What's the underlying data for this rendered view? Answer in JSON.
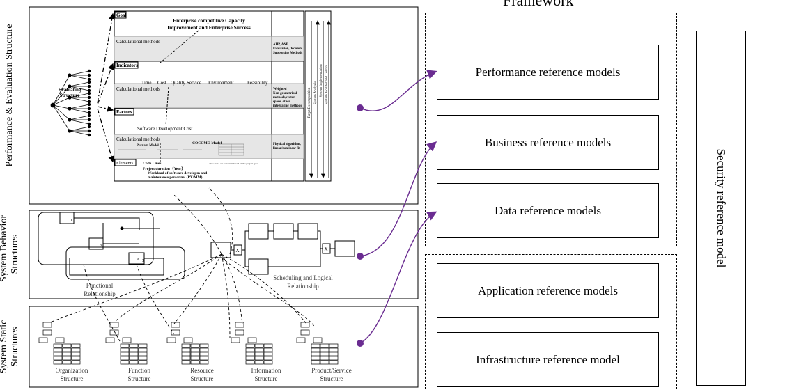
{
  "framework_title": "Framework",
  "left_panels": {
    "performance": "Performance & Evaluation Structure",
    "behavior": [
      "System Behavior",
      "Structures"
    ],
    "static": [
      "System Static",
      "Structures"
    ]
  },
  "evaluation": {
    "tree_label": [
      "Evaluating",
      "Structure"
    ],
    "goal_tag": "Goal",
    "goal_text": [
      "Enterprise competitive Capacity",
      "Improvement and Enterprise Success"
    ],
    "calc_methods_1": "Calculational methods",
    "indicators_tag": "Indicators",
    "indicators": [
      "Time",
      "Cost",
      "Quality",
      "Service",
      "Environment",
      "Feasibility"
    ],
    "calc_methods_2": "Calculational methods",
    "factors_tag": "Factors",
    "factor_text": "Software Development Cost",
    "calc_methods_3": "Calculational methods",
    "putnam": "Putnam  Model",
    "cocomo": "COCOMO   Model",
    "elements_tag": "Elements",
    "elements": [
      "Code Lines",
      "Project duration（Year）",
      "Workload of software developm and",
      "maintenance personnel (PY/MM)"
    ],
    "elements_note": "a,b,c and d are constants based on the project type",
    "method_ahp": [
      "AHP, ANP,",
      "Evaluation,Decision",
      "Supporting Methods"
    ],
    "method_weighted": [
      "Weighted",
      "Non-geometrical",
      "methods,vector",
      "space, other",
      "integrating methods"
    ],
    "method_physical": [
      "Physical algorithm,",
      "linear/nonlinear fit"
    ],
    "vertical_labels": [
      "Target Decomposition",
      "System Analysis",
      "System Implementation",
      "System Monitor and Control"
    ]
  },
  "behavior": {
    "functional": [
      "Functional",
      "Relationship"
    ],
    "scheduling": [
      "Scheduling and Logical",
      "Relationship"
    ],
    "x_gate": "X"
  },
  "static_structures": [
    [
      "Organization",
      "Structure"
    ],
    [
      "Function",
      "Structure"
    ],
    [
      "Resource",
      "Structure"
    ],
    [
      "Information",
      "Structure"
    ],
    [
      "Product/Service",
      "Structure"
    ]
  ],
  "reference_models": [
    "Performance reference models",
    "Business reference models",
    "Data reference models",
    "Application reference models",
    "Infrastructure reference model"
  ],
  "security_model": "Security reference model",
  "colors": {
    "arrow": "#6a2c91",
    "frame": "#000000"
  }
}
